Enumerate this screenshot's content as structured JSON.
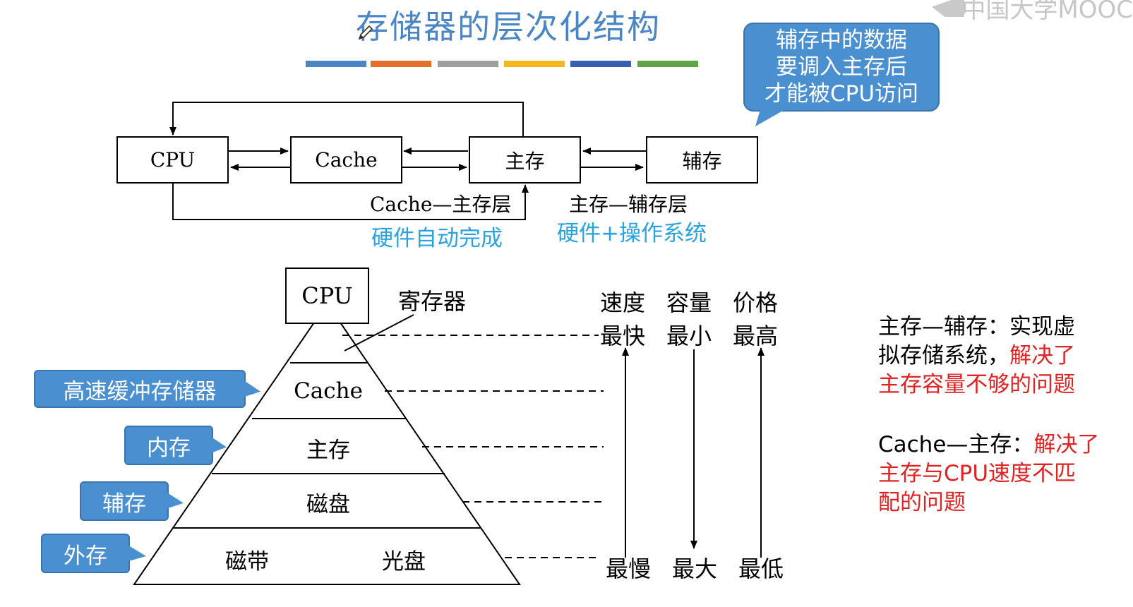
{
  "title": "存储器的层次化结构",
  "watermark": "中国大学MOOC",
  "color_bar": [
    "#4a86c5",
    "#e46f2b",
    "#9e9e9e",
    "#f4b81c",
    "#3760b0",
    "#5fa544"
  ],
  "flow": {
    "cpu": "CPU",
    "cache": "Cache",
    "main": "主存",
    "aux": "辅存",
    "layer_cache_main": "Cache—主存层",
    "layer_main_aux": "主存—辅存层",
    "hw_auto": "硬件自动完成",
    "hw_os": "硬件+操作系统"
  },
  "callout_top": [
    "辅存中的数据",
    "要调入主存后",
    "才能被CPU访问"
  ],
  "pyramid": {
    "cpu": "CPU",
    "register": "寄存器",
    "cache": "Cache",
    "main": "主存",
    "disk": "磁盘",
    "tape": "磁带",
    "optical": "光盘"
  },
  "side_callouts": {
    "cache": "高速缓冲存储器",
    "main": "内存",
    "aux": "辅存",
    "ext": "外存"
  },
  "columns": {
    "speed": "速度",
    "capacity": "容量",
    "price": "价格",
    "speed_top": "最快",
    "capacity_top": "最小",
    "price_top": "最高",
    "speed_bottom": "最慢",
    "capacity_bottom": "最大",
    "price_bottom": "最低"
  },
  "notes": {
    "n1_l1": "主存—辅存：实现虚",
    "n1_l2a": "拟存储系统，",
    "n1_l2b": "解决了",
    "n1_l3": "主存容量不够的问题",
    "n2_l1a": "Cache—主存：",
    "n2_l1b": "解决了",
    "n2_l2": "主存与CPU速度不匹",
    "n2_l3": "配的问题"
  }
}
